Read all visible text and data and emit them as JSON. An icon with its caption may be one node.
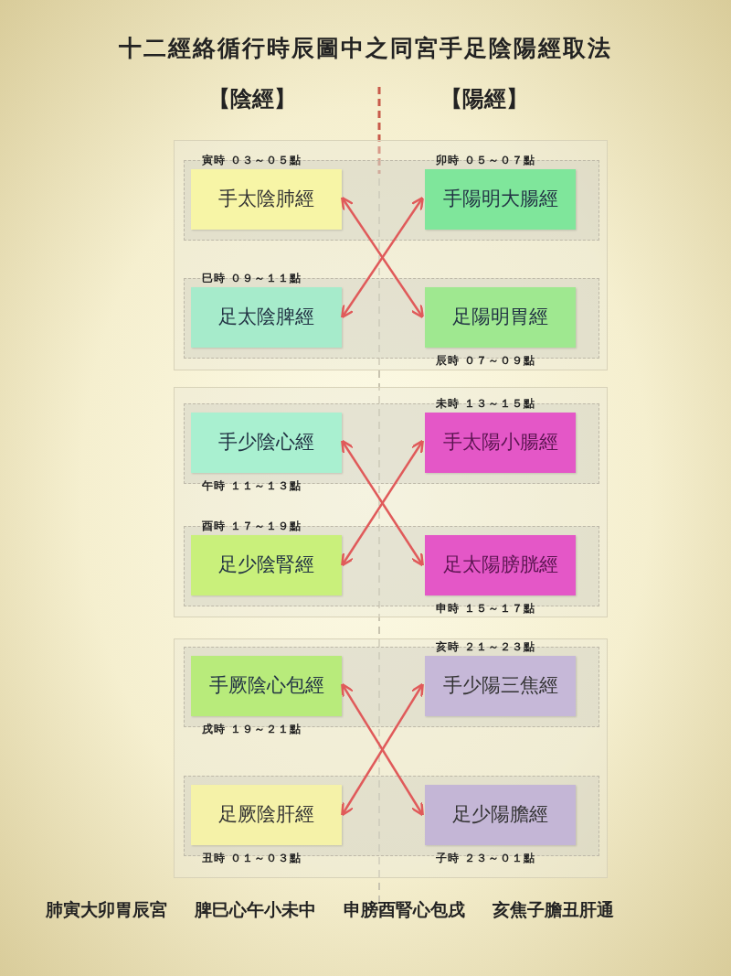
{
  "diagram": {
    "title": "十二經絡循行時辰圖中之同宮手足陰陽經取法",
    "nodes": [
      {
        "text": [],
        "shape": "box"
      },
      {
        "text": [
          "手太陰肺經"
        ],
        "in": 0,
        "beside": [
          "寅時 ０３～０５點"
        ]
      },
      {
        "text": [
          "手陽明大腸經"
        ],
        "in": 0,
        "beside": [
          "卯時 ０５～０７點"
        ]
      },
      {
        "text": [
          "足太陰脾經"
        ],
        "in": 0,
        "beside": [
          "巳時 ０９～１１點"
        ]
      },
      {
        "text": [
          "足陽明胃經"
        ],
        "in": 0,
        "beside": [
          "辰時 ０７～０９點"
        ]
      },
      {
        "text": [],
        "shape": "box"
      },
      {
        "text": [
          "手少陰心經"
        ],
        "in": 5,
        "beside": [
          "午時 １１～１３點"
        ]
      },
      {
        "text": [
          "手太陽小腸經"
        ],
        "in": 5,
        "beside": [
          "未時 １３～１５點"
        ]
      },
      {
        "text": [
          "足少陰腎經"
        ],
        "in": 5,
        "beside": [
          "酉時 １７～１９點"
        ]
      },
      {
        "text": [
          "足太陽膀胱經"
        ],
        "in": 5,
        "beside": [
          "申時 １５～１７點"
        ]
      },
      {
        "text": [],
        "shape": "box"
      },
      {
        "text": [
          "手厥陰心包經"
        ],
        "in": 10,
        "beside": [
          "戌時 １９～２１點"
        ]
      },
      {
        "text": [
          "手少陽三焦經"
        ],
        "in": 10,
        "beside": [
          "亥時 ２１～２３點"
        ]
      },
      {
        "text": [
          "足厥陰肝經"
        ],
        "in": 10,
        "beside": [
          "丑時 ０１～０３點"
        ]
      },
      {
        "text": [
          "足少陽膽經"
        ],
        "in": 10,
        "beside": [
          "子時 ２３～０１點"
        ]
      }
    ],
    "edges": [
      {
        "from": 1,
        "to": 4,
        "arrow": "both"
      },
      {
        "from": 3,
        "to": 2,
        "arrow": "both"
      },
      {
        "from": 6,
        "to": 9,
        "arrow": "both"
      },
      {
        "from": 8,
        "to": 7,
        "arrow": "both"
      },
      {
        "from": 11,
        "to": 14,
        "arrow": "both"
      },
      {
        "from": 13,
        "to": 12,
        "arrow": "both"
      }
    ],
    "labels": [
      "【陰經】",
      "【陽經】",
      "肺寅大卯胃辰宮",
      "脾巳心午小未中",
      "申膀酉腎心包戌",
      "亥焦子膽丑肝通"
    ]
  }
}
